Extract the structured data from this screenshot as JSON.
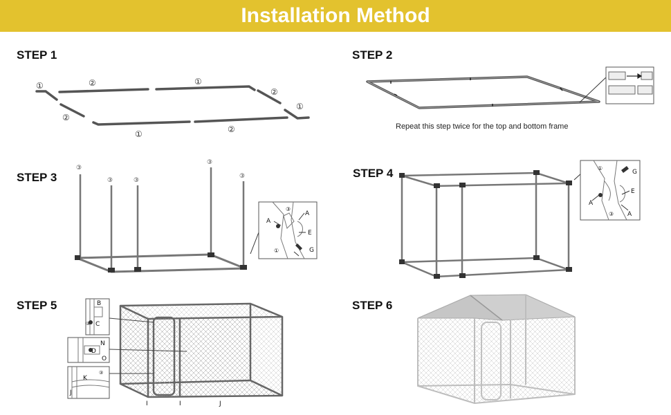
{
  "banner": {
    "title": "Installation Method",
    "color": "#e3c22e"
  },
  "steps": [
    {
      "label": "STEP 1"
    },
    {
      "label": "STEP 2"
    },
    {
      "label": "STEP 3"
    },
    {
      "label": "STEP 4"
    },
    {
      "label": "STEP 5"
    },
    {
      "label": "STEP 6"
    }
  ],
  "step1": {
    "part_one": "①",
    "part_two": "②"
  },
  "step2": {
    "caption": "Repeat this step twice for the top and bottom frame"
  },
  "step3": {
    "part_three": "③",
    "detail_labels": {
      "a": "A",
      "e": "E",
      "g": "G",
      "one": "①",
      "three": "③"
    }
  },
  "step4": {
    "detail_labels": {
      "g": "G",
      "e": "E",
      "a": "A",
      "one": "①",
      "three": "③"
    }
  },
  "step5": {
    "detail_labels": {
      "b": "B",
      "c": "C",
      "n": "N",
      "d": "D",
      "o": "O",
      "k": "K",
      "j": "J",
      "three": "③"
    },
    "bottom_labels": {
      "i1": "I",
      "i2": "I",
      "j": "J"
    }
  }
}
